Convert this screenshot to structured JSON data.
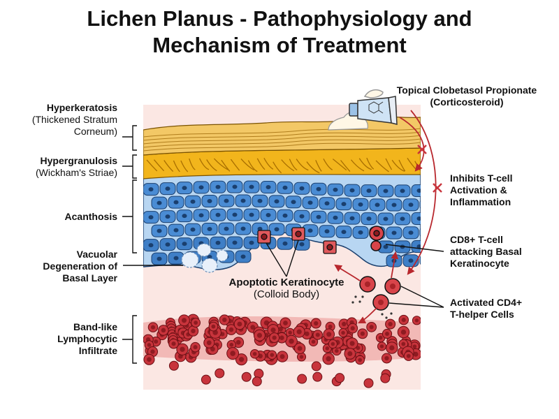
{
  "title": {
    "line1": "Lichen Planus - Pathophysiology and",
    "line2": "Mechanism of Treatment"
  },
  "labels": {
    "hyperkeratosis": {
      "line1": "Hyperkeratosis",
      "line2": "(Thickened Stratum",
      "line3": "Corneum)"
    },
    "hypergranulosis": {
      "line1": "Hypergranulosis",
      "line2": "(Wickham's Striae)"
    },
    "acanthosis": {
      "line1": "Acanthosis"
    },
    "vacuolar": {
      "line1": "Vacuolar",
      "line2": "Degeneration of",
      "line3": "Basal Layer"
    },
    "band_infiltrate": {
      "line1": "Band-like",
      "line2": "Lymphocytic",
      "line3": "Infiltrate"
    },
    "apoptotic": {
      "line1": "Apoptotic Keratinocyte",
      "line2": "(Colloid Body)"
    },
    "treatment": {
      "line1": "Topical Clobetasol Propionate",
      "line2": "(Corticosteroid)"
    },
    "inhibits": {
      "line1": "Inhibits T-cell",
      "line2": "Activation &",
      "line3": "Inflammation"
    },
    "cd8": {
      "line1": "CD8+ T-cell",
      "line2": "attacking Basal",
      "line3": "Keratinocyte"
    },
    "cd4": {
      "line1": "Activated CD4+",
      "line2": "T-helper Cells"
    }
  },
  "colors": {
    "stratum_corneum": "#f3c866",
    "stratum_granulosum": "#f2b51c",
    "spinous_cell": "#4a8cd4",
    "basal_cell": "#3f7fc7",
    "dermis": "#fbe7e3",
    "lymphocyte": "#c8343c",
    "arrow": "#b8272d",
    "leader": "#111111"
  },
  "icons": [
    "cream-tube-icon",
    "molecule-icon",
    "cream-blob-icon",
    "inhibition-x-icon"
  ]
}
